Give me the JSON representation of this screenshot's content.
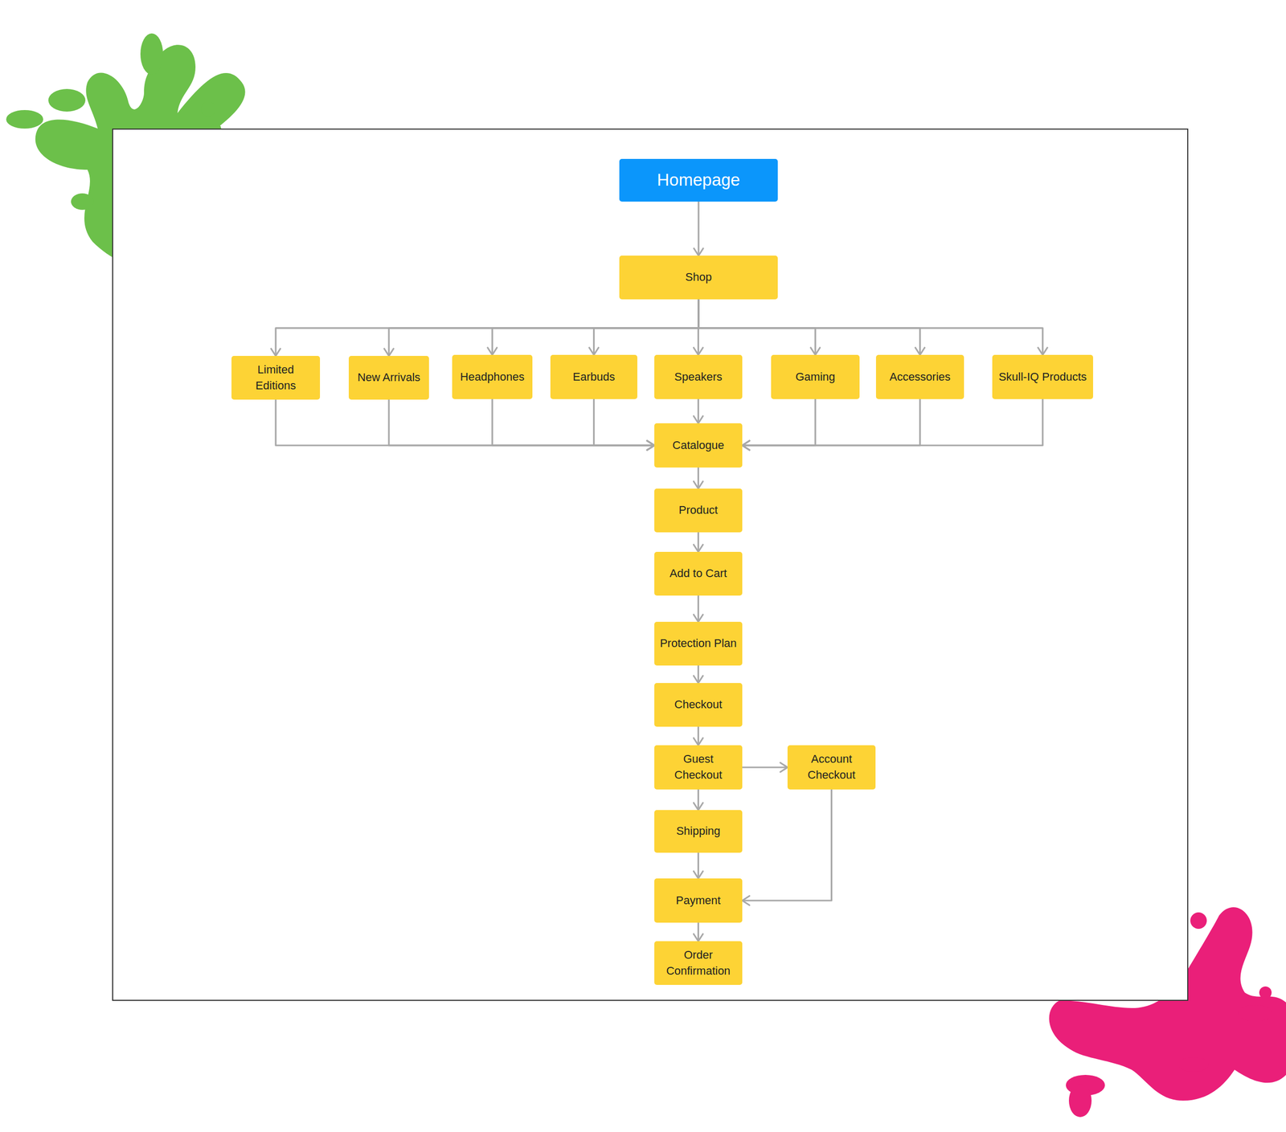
{
  "diagram": {
    "nodes": [
      {
        "text": [
          "Homepage"
        ]
      },
      {
        "text": [
          "Shop"
        ]
      },
      {
        "text": [
          "Limited Editions"
        ]
      },
      {
        "text": [
          "New Arrivals"
        ]
      },
      {
        "text": [
          "Headphones"
        ]
      },
      {
        "text": [
          "Earbuds"
        ]
      },
      {
        "text": [
          "Speakers"
        ]
      },
      {
        "text": [
          "Gaming"
        ]
      },
      {
        "text": [
          "Accessories"
        ]
      },
      {
        "text": [
          "Skull-IQ Products"
        ]
      },
      {
        "text": [
          "Catalogue"
        ]
      },
      {
        "text": [
          "Product"
        ]
      },
      {
        "text": [
          "Add to Cart"
        ]
      },
      {
        "text": [
          "Protection Plan"
        ]
      },
      {
        "text": [
          "Checkout"
        ]
      },
      {
        "text": [
          "Guest Checkout"
        ]
      },
      {
        "text": [
          "Account Checkout"
        ]
      },
      {
        "text": [
          "Shipping"
        ]
      },
      {
        "text": [
          "Payment"
        ]
      },
      {
        "text": [
          "Order Confirmation"
        ]
      }
    ],
    "edges": [
      {
        "from": 0,
        "to": 1,
        "arrow": "to"
      },
      {
        "from": 1,
        "to": 2,
        "arrow": "to"
      },
      {
        "from": 1,
        "to": 3,
        "arrow": "to"
      },
      {
        "from": 1,
        "to": 4,
        "arrow": "to"
      },
      {
        "from": 1,
        "to": 5,
        "arrow": "to"
      },
      {
        "from": 1,
        "to": 6,
        "arrow": "to"
      },
      {
        "from": 1,
        "to": 7,
        "arrow": "to"
      },
      {
        "from": 1,
        "to": 8,
        "arrow": "to"
      },
      {
        "from": 1,
        "to": 9,
        "arrow": "to"
      },
      {
        "from": 2,
        "to": 10,
        "arrow": "to"
      },
      {
        "from": 3,
        "to": 10,
        "arrow": "to"
      },
      {
        "from": 4,
        "to": 10,
        "arrow": "to"
      },
      {
        "from": 5,
        "to": 10,
        "arrow": "to"
      },
      {
        "from": 6,
        "to": 10,
        "arrow": "to"
      },
      {
        "from": 7,
        "to": 10,
        "arrow": "to"
      },
      {
        "from": 8,
        "to": 10,
        "arrow": "to"
      },
      {
        "from": 9,
        "to": 10,
        "arrow": "to"
      },
      {
        "from": 10,
        "to": 11,
        "arrow": "to"
      },
      {
        "from": 11,
        "to": 12,
        "arrow": "to"
      },
      {
        "from": 12,
        "to": 13,
        "arrow": "to"
      },
      {
        "from": 13,
        "to": 14,
        "arrow": "to"
      },
      {
        "from": 14,
        "to": 15,
        "arrow": "to"
      },
      {
        "from": 15,
        "to": 16,
        "arrow": "to"
      },
      {
        "from": 15,
        "to": 17,
        "arrow": "to"
      },
      {
        "from": 17,
        "to": 18,
        "arrow": "to"
      },
      {
        "from": 16,
        "to": 18,
        "arrow": "to"
      },
      {
        "from": 18,
        "to": 19,
        "arrow": "to"
      }
    ]
  }
}
